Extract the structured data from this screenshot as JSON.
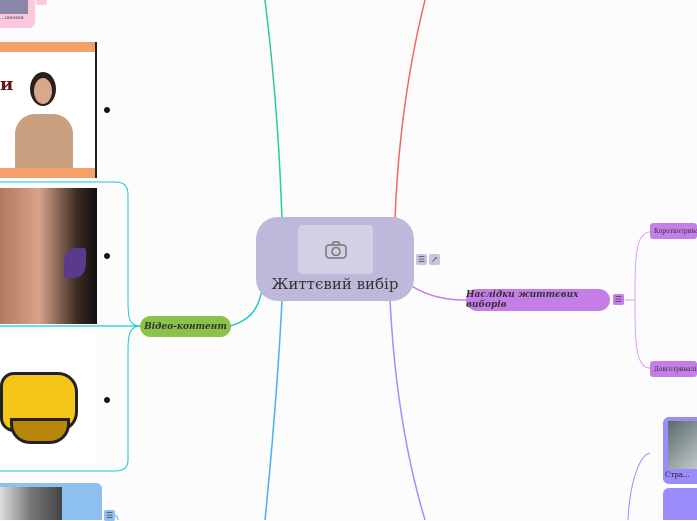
{
  "central": {
    "title": "Життєвий вибір",
    "icon": "camera-icon"
  },
  "branches": {
    "consequences": {
      "label": "Наслідки життєвих виборів",
      "children": [
        "Короткотривалі",
        "Довготривалі"
      ],
      "color": "#c57de8"
    },
    "video": {
      "label": "Відео-контент",
      "color": "#8bc34a"
    },
    "top_pink": {
      "caption": "...ішення"
    },
    "bottom_right": {
      "caption": "Стра..."
    }
  },
  "colors": {
    "green": "#2ecc9a",
    "red": "#f0675e",
    "blue": "#4ab0f0",
    "purple": "#a78bfa",
    "cyan": "#1ac9cf"
  }
}
